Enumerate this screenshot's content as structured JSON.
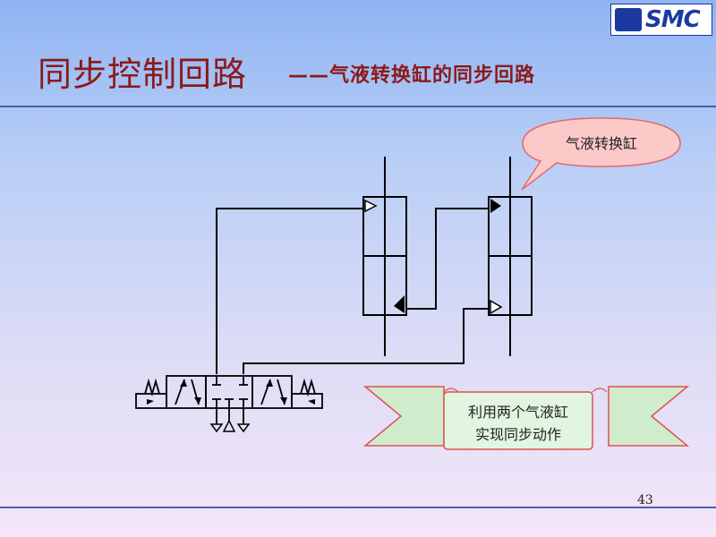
{
  "header": {
    "title": "同步控制回路",
    "subtitle": "——气液转换缸的同步回路",
    "logo_text": "SMC",
    "logo_color": "#1a3aa0"
  },
  "diagram": {
    "callout_label": "气液转换缸",
    "banner_lines": [
      "利用两个气液缸",
      "实现同步动作"
    ]
  },
  "footer": {
    "page_number": "43"
  },
  "colors": {
    "title": "#8b1a1a",
    "rule": "#4a5fb0",
    "callout_fill": "#fcc9c9",
    "banner_fill": "#cfeccd",
    "banner_border": "#e05050"
  }
}
